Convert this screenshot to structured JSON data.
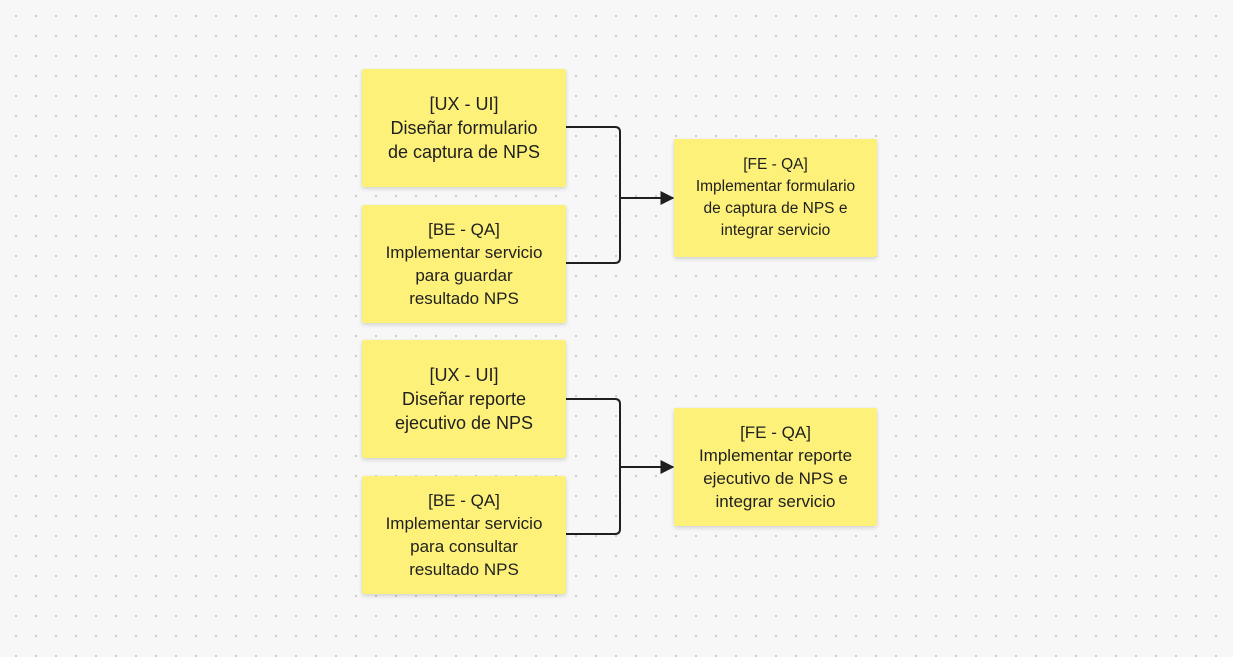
{
  "notes": {
    "n1": {
      "lines": [
        "[UX - UI]",
        "Diseñar formulario",
        "de captura de NPS"
      ]
    },
    "n2": {
      "lines": [
        "[BE - QA]",
        "Implementar servicio",
        "para guardar",
        "resultado NPS"
      ]
    },
    "n3": {
      "lines": [
        "[FE - QA]",
        "Implementar formulario",
        "de captura de NPS e",
        "integrar servicio"
      ]
    },
    "n4": {
      "lines": [
        "[UX - UI]",
        "Diseñar reporte",
        "ejecutivo de NPS"
      ]
    },
    "n5": {
      "lines": [
        "[BE - QA]",
        "Implementar servicio",
        "para consultar",
        "resultado NPS"
      ]
    },
    "n6": {
      "lines": [
        "[FE - QA]",
        "Implementar reporte",
        "ejecutivo de NPS e",
        "integrar servicio"
      ]
    }
  },
  "colors": {
    "note_fill": "#fdf17a",
    "connector": "#1f1f1f",
    "canvas": "#f7f7f7"
  }
}
